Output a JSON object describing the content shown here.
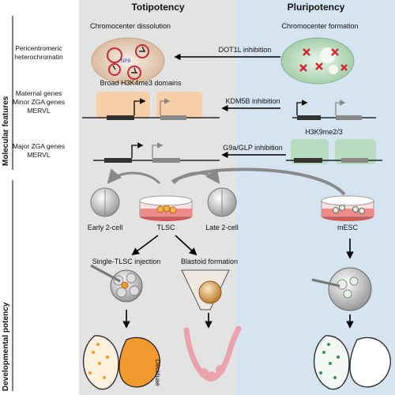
{
  "headers": {
    "totipotency": "Totipotency",
    "pluripotency": "Pluripotency"
  },
  "side_labels": {
    "molecular": "Molecular features",
    "developmental": "Developmental potency"
  },
  "rows": {
    "row1": {
      "label_lines": [
        "Pericentromeric",
        "heterochromatin"
      ],
      "left_caption": "Chromocenter dissolution",
      "right_caption": "Chromocenter formation",
      "arrow_label": "DOT1L inhibition",
      "nucleus_tag": "NPB"
    },
    "row2": {
      "label_lines": [
        "Maternal genes",
        "Minor ZGA genes",
        "MERVL"
      ],
      "left_caption": "Broad H3K4me3 domains",
      "arrow_label": "KDM5B inhibition"
    },
    "row3": {
      "label_lines": [
        "Major ZGA genes",
        "MERVL"
      ],
      "right_caption": "H3K9me2/3",
      "arrow_label": "G9a/GLP inhibition"
    }
  },
  "cells": {
    "early": "Early 2-cell",
    "tlsc": "TLSC",
    "late": "Late 2-cell",
    "mesc": "mESC"
  },
  "outcomes": {
    "injection": "Single-TLSC injection",
    "blastoid": "Blastoid formation",
    "decidua": "Deciduae"
  },
  "colors": {
    "toti_bg": "#e3e3e3",
    "pluri_bg": "#d6e3f1",
    "peach": "#f7cfa6",
    "green": "#b9dbc1",
    "orange": "#f39a2e",
    "decidua": "#e8a3ad"
  }
}
